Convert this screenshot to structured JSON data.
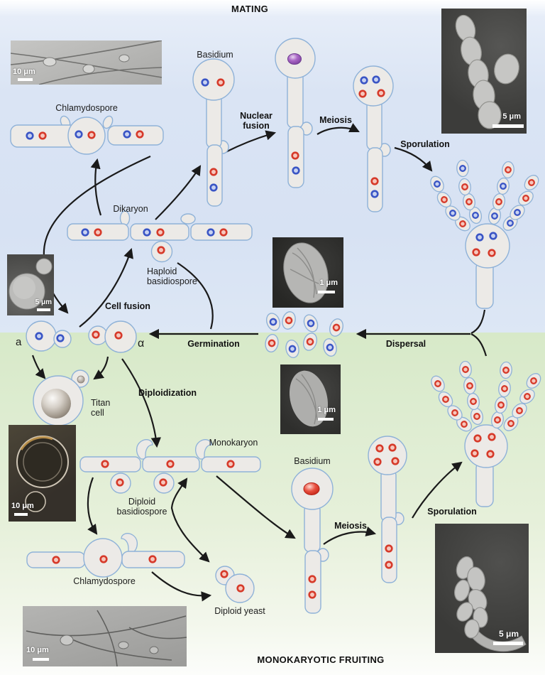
{
  "titles": {
    "mating": "MATING",
    "fruiting": "MONOKARYOTIC FRUITING"
  },
  "mating": {
    "chlamydospore": "Chlamydospore",
    "basidium": "Basidium",
    "nuclear_fusion": "Nuclear fusion",
    "meiosis": "Meiosis",
    "sporulation": "Sporulation",
    "dikaryon": "Dikaryon",
    "haploid_basidiospore": "Haploid basidiospore",
    "cell_fusion": "Cell fusion",
    "germination": "Germination",
    "dispersal": "Dispersal",
    "mat_a": "a",
    "mat_alpha": "α"
  },
  "fruiting": {
    "titan_cell": "Titan cell",
    "diploidization": "Diploidization",
    "monokaryon": "Monokaryon",
    "diploid_basidiospore": "Diploid basidiospore",
    "basidium": "Basidium",
    "meiosis": "Meiosis",
    "sporulation": "Sporulation",
    "chlamydospore": "Chlamydospore",
    "diploid_yeast": "Diploid yeast"
  },
  "micrographs": [
    {
      "name": "mating-hyphae-dic",
      "scale": "10 μm"
    },
    {
      "name": "basidiospore-chain-sem",
      "scale": "5 μm"
    },
    {
      "name": "yeast-sem",
      "scale": "5 μm"
    },
    {
      "name": "spore-sem-upper",
      "scale": "1 μm"
    },
    {
      "name": "spore-sem-lower",
      "scale": "1 μm"
    },
    {
      "name": "titan-cell-dic",
      "scale": "10 μm"
    },
    {
      "name": "fruiting-hyphae-dic",
      "scale": "10 μm"
    },
    {
      "name": "basidium-spores-sem",
      "scale": "5 μm"
    }
  ],
  "colors": {
    "nucleus_red": "#d63a2a",
    "nucleus_blue": "#3a55c5",
    "nucleus_purple": "#9c5fb5",
    "cell_fill": "#eceae7",
    "cell_stroke": "#8fb2d8",
    "bg_mating": "#dae4f4",
    "bg_fruiting": "#ddecd0",
    "arrow": "#1a1a1a"
  }
}
